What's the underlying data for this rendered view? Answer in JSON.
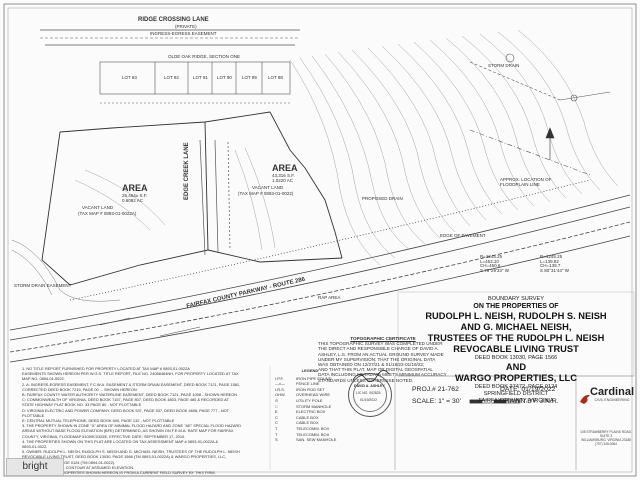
{
  "plat": {
    "road_top": "RIDGE CROSSING LANE",
    "road_top_sub": "(PRIVATE)",
    "road_top_sub2": "INGRESS-EGRESS EASEMENT",
    "road_bottom": "FAIRFAX COUNTY PARKWAY - ROUTE 286",
    "edge_creek": "EDGE CREEK LANE",
    "section": "OLDE OAK RIDGE, SECTION ONE",
    "lots": [
      "LOT 93",
      "LOT 92",
      "LOT 91",
      "LOT 90",
      "LOT 89",
      "LOT 88"
    ],
    "area_left": "AREA",
    "area_left_sub": "26,464± S.F.",
    "area_left_sub2": "0.6082 AC",
    "area_left_tax1": "VACANT LAND",
    "area_left_tax2": "(TAX MAP # 0893-01-0022A)",
    "area_right": "AREA",
    "area_right_sub": "43,316 S.F.",
    "area_right_sub2": "1.0220 AC",
    "area_right_tax1": "VACANT LAND",
    "area_right_tax2": "(TAX MAP # 0893-01-0022)",
    "dwelling": "PROPOSED DRAIN",
    "floodplain": "APPROX. LOCATION OF FLOODPLAIN LINE",
    "easement": "EDGE OF PAVEMENT",
    "rap_area": "RAP AREA",
    "storm_left": "STORM DRAIN EASEMENT",
    "storm_right": "STORM DRAIN",
    "curve1": "R=1245.25\nL=453.10\nCH=450.6\nS 79°29'33\" W",
    "curve2": "R=1245.25\nL=139.82\nCH=139.7\nS 80°31'44\" W"
  },
  "topo_cert": {
    "title": "TOPOGRAPHIC CERTIFICATE",
    "lines": [
      "THIS TOPOGRAPHIC SURVEY WAS COMPLETED UNDER",
      "THE DIRECT AND RESPONSIBLE CHARGE OF DAVID A.",
      "ASHLEY, L.S. FROM AN ACTUAL GROUND SURVEY MADE",
      "UNDER MY SUPERVISION; THAT THE ORIGINAL DATA",
      "WAS OBTAINED ON 12/27/21 & 01/18/22-01/19/22;",
      "AND THAT THIS PLAT, MAP OR DIGITAL GEOSPATIAL",
      "DATA INCLUDING METADATA MEETS MINIMUM ACCURACY",
      "STANDARDS UNLESS OTHERWISE NOTED."
    ]
  },
  "title_block": {
    "kind": "BOUNDARY SURVEY",
    "on": "ON THE PROPERTIES OF",
    "line1": "RUDOLPH L. NEISH, RUDOLPH S. NEISH",
    "line2": "AND G. MICHAEL NEISH,",
    "line3": "TRUSTEES OF THE RUDOLPH L. NEISH",
    "line4": "REVOCABLE LIVING TRUST",
    "deed1": "DEED BOOK 13030, PAGE 1566",
    "and": "AND",
    "line5": "WARGO PROPERTIES, LLC",
    "deed2": "DEED BOOK 27472, PAGE 0124",
    "district": "SPRINGFIELD DISTRICT",
    "county": "FAIRFAX COUNTY, VIRGINIA",
    "proj": "PROJ.# 21-762",
    "date": "DATE: 01/19/2022",
    "scale": "SCALE: 1\" = 30'",
    "drawn": "DRAWN BY: J.N.R."
  },
  "seal": {
    "label": "LIC NO. 002825",
    "name": "DAVID A. ASHLEY",
    "date": "01/19/2022"
  },
  "company": {
    "name": "Cardinal",
    "tag": "CIVIL ENGINEERING",
    "address1": "105 STRAWBERRY PLAINS ROAD, SUITE 3",
    "address2": "WILLIAMSBURG, VIRGINIA 23188",
    "phone": "(757) 345-0064"
  },
  "legend": {
    "title": "LEGEND",
    "items": [
      {
        "sym": "I.P.F.",
        "desc": "IRON PIPE FOUND"
      },
      {
        "sym": "—x—",
        "desc": "FENCE LINE"
      },
      {
        "sym": "I.R.S.",
        "desc": "IRON ROD SET"
      },
      {
        "sym": "OHW",
        "desc": "OVERHEAD WIRE"
      },
      {
        "sym": "⊙",
        "desc": "UTILITY POLE"
      },
      {
        "sym": "□",
        "desc": "STORM MANHOLE"
      },
      {
        "sym": "E",
        "desc": "ELECTRIC BOX"
      },
      {
        "sym": "C",
        "desc": "CABLE BOX"
      },
      {
        "sym": "C",
        "desc": "CABLE BOX"
      },
      {
        "sym": "T",
        "desc": "TELECOMM. BOX"
      },
      {
        "sym": "T",
        "desc": "TELECOMM. BOX"
      },
      {
        "sym": "S",
        "desc": "SAN. SEW MANHOLE"
      }
    ]
  },
  "notes": [
    "1. NO TITLE REPORT FURNISHED FOR PROPERTY LOCATED AT TAX MAP # 0893-01-0022A",
    "   EASEMENTS SHOWN HEREON PER W.G.S. TITLE REPORT, FILE NO. 24086464NH, FOR PROPERTY LOCATED AT TAX",
    "   MAP NO. 0894-01-0022.",
    "2. A: INGRESS-EGRESS EASEMENT, F.C.W.A. EASEMENT & STORM DRAIN EASEMENT, DEED BOOK 7121, PAGE 1581,",
    "   CORRECTED DEED BOOK 7219, PAGE 00 ... SHOWN HEREON",
    "   B: FAIRFAX COUNTY WATER AUTHORITY WATERLINE EASEMENT, DEED BOOK 7121, PAGE 1098 - SHOWN HEREON",
    "   C: COMMONWEALTH OF VIRGINIA, DEED BOOK 7157, PAGE 807, DEED BOOK 4803, PAGE 480 & RECORDED AT",
    "   STATE HIGHWAY PLAT BOOK NO. 33 PAGE 80 - NOT PLOTTABLE",
    "   D: VIRGINIA ELECTRIC AND POWER COMPANY, DEED BOOK 537, PAGE 537, DEED BOOK 4608, PAGE 777 - NOT",
    "   PLOTTABLE",
    "   E: CENTRAL MUTUAL TELEPHONE, DEED BOOK 600, PAGE 132 - NOT PLOTTABLE",
    "3. THE PROPERTY SHOWN IN ZONE \"X\" AREA OF MINIMAL FLOOD HAZARD AND ZONE \"AE\" SPECIAL FLOOD HAZARD",
    "   AREAS WITHOUT BASE FLOOD ELEVATION (BFE) DETERMINED, AS SHOWN ON F.E.M.A. RATE MAP FOR FAIRFAX",
    "   COUNTY, VIRGINIA, FLOODMAP 51059C0325E, EFFECTIVE DATE: SEPTEMBER 17, 2010.",
    "4. THE PROPERTIES SHOWN ON THIS PLAT ARE LOCATED ON TAX ASSESSMENT MAP # 0893-01-0022A &",
    "   0893-01-0022.",
    "5. OWNER: RUDOLPH L. NEISH, RUDOLPH S. NEISH AND G. MICHAEL NEISH, TRUSTEES OF THE RUDOLPH L. NEISH",
    "   REVOCABLE LIVING TRUST, DEED BOOK 13030, PAGE 1566 (TM 0893-01-0022A) & WARGO PROPERTIES, LLC,",
    "   DEED BOOK 27472, PAGE 0124 (TM 0894-01-0022).",
    "6. DATUM: 2' INTERVAL CONTOUR AT ASSUMED ELEVATION.",
    "7. DELINEATION OF PROPERTIES SHOWN HEREON IS FROM A CURRENT FIELD SURVEY BY THIS FIRM."
  ],
  "watermark": "bright"
}
